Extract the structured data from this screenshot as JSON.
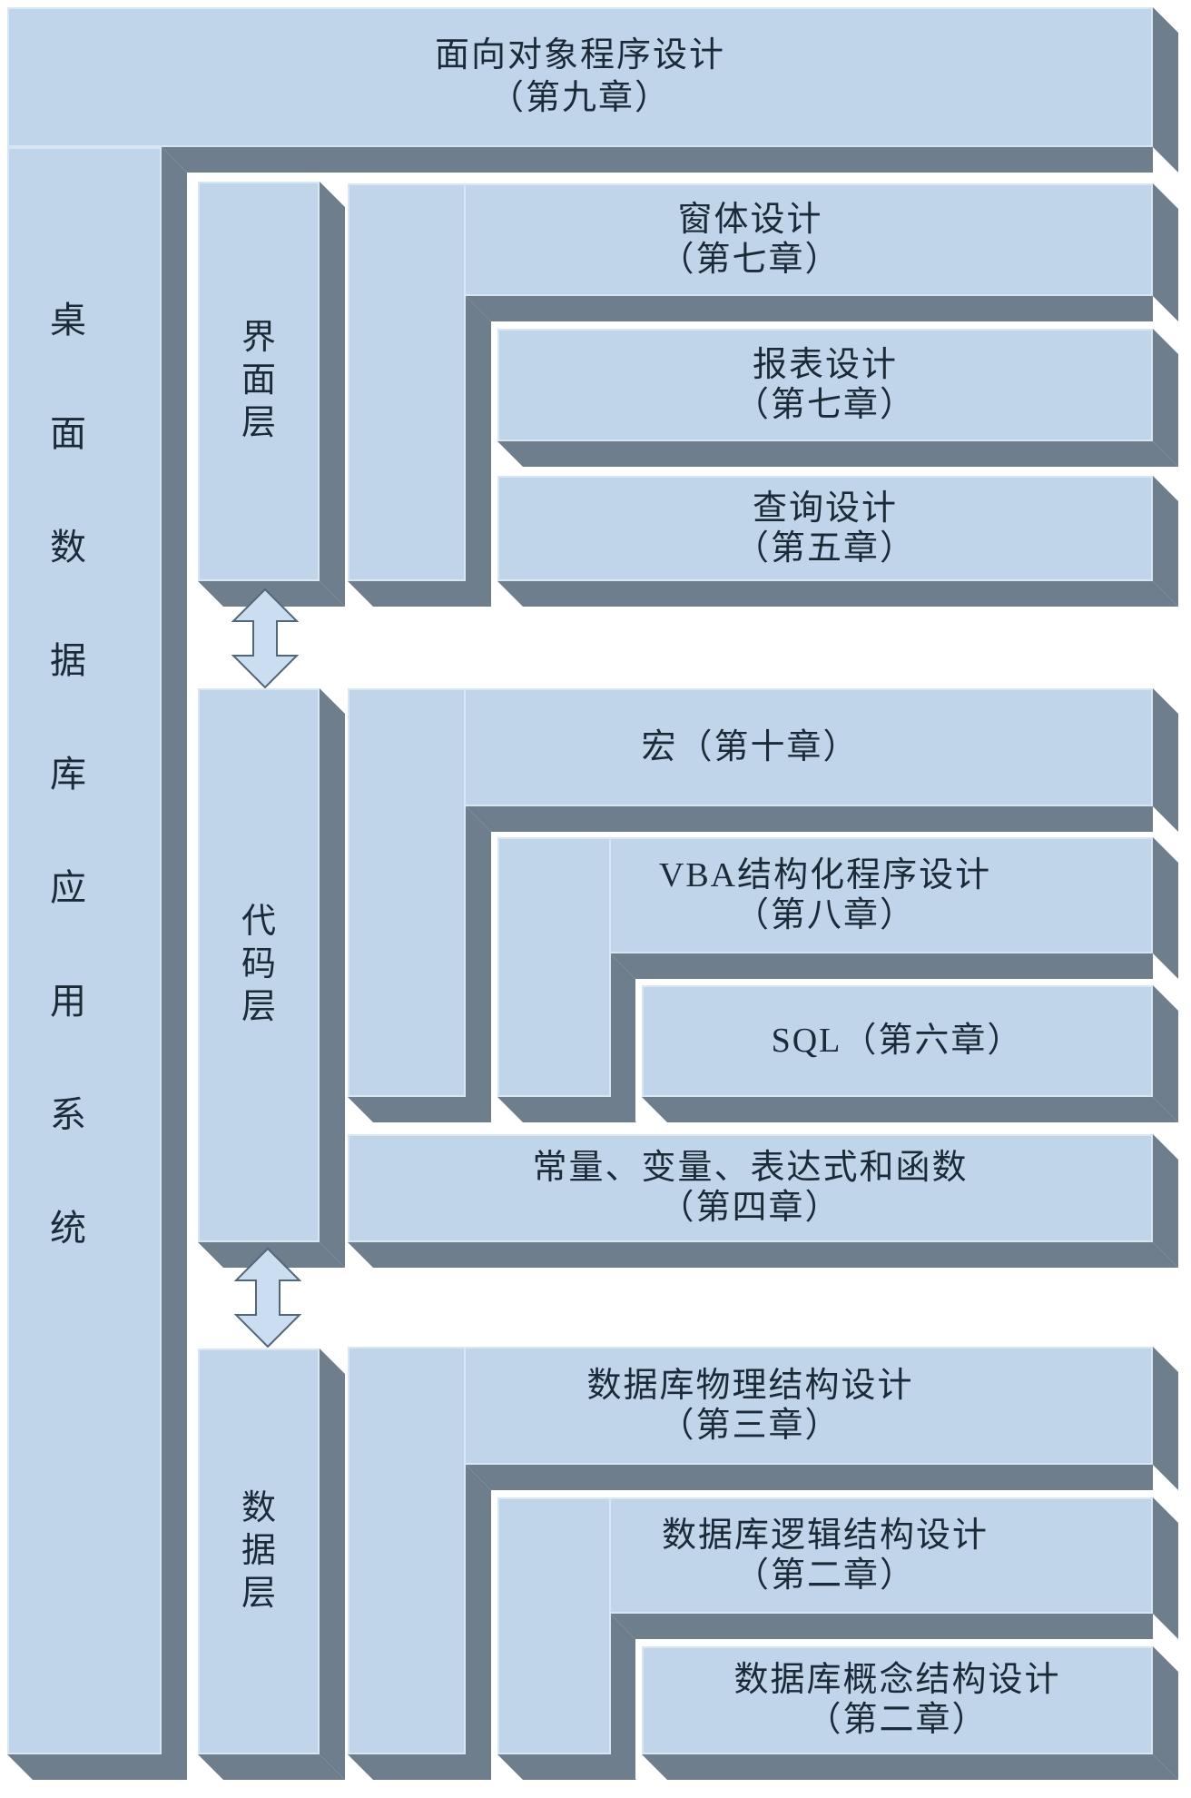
{
  "diagram": {
    "kind": "layered-architecture-3d",
    "background": "#ffffff"
  },
  "colors": {
    "face": "#C1D5EA",
    "wall": "#6F7E8D",
    "text": "#1B2A38",
    "arrow_fill": "#CBDDF0",
    "arrow_stroke": "#53677A"
  },
  "outer": {
    "title_line1": "面向对象程序设计",
    "title_line2": "（第九章）",
    "side_label": "桌面数据库应用系统"
  },
  "layers": [
    {
      "name": "界面层",
      "blocks": [
        {
          "line1": "窗体设计",
          "line2": "（第七章）"
        },
        {
          "line1": "报表设计",
          "line2": "（第七章）"
        },
        {
          "line1": "查询设计",
          "line2": "（第五章）"
        }
      ]
    },
    {
      "name": "代码层",
      "blocks": [
        {
          "line1": "宏（第十章）",
          "line2": ""
        },
        {
          "line1": "VBA结构化程序设计",
          "line2": "（第八章）"
        },
        {
          "line1": "SQL（第六章）",
          "line2": ""
        },
        {
          "line1": "常量、变量、表达式和函数",
          "line2": "（第四章）"
        }
      ]
    },
    {
      "name": "数据层",
      "blocks": [
        {
          "line1": "数据库物理结构设计",
          "line2": "（第三章）"
        },
        {
          "line1": "数据库逻辑结构设计",
          "line2": "（第二章）"
        },
        {
          "line1": "数据库概念结构设计",
          "line2": "（第二章）"
        }
      ]
    }
  ],
  "arrows": [
    {
      "name": "interface-code-arrow"
    },
    {
      "name": "code-data-arrow"
    }
  ]
}
